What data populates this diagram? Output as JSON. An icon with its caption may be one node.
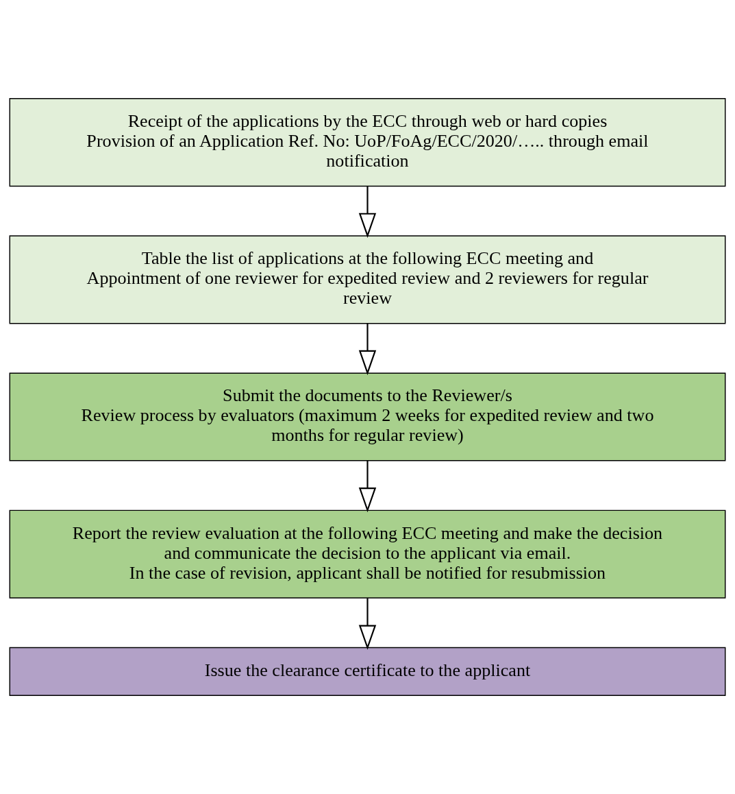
{
  "diagram": {
    "nodes": [
      {
        "text": [
          "Receipt of the applications by the ECC through web or hard copies",
          "Provision of an Application Ref. No: UoP/FoAg/ECC/2020/….. through email notification"
        ]
      },
      {
        "text": [
          "Table the list of applications at the following ECC meeting and",
          "Appointment of one reviewer for expedited review and 2 reviewers for regular review"
        ]
      },
      {
        "text": [
          "Submit the documents to the Reviewer/s",
          "Review process by evaluators (maximum 2 weeks for expedited review and two months for regular review)"
        ]
      },
      {
        "text": [
          "Report the review evaluation at the following ECC meeting and make the decision and communicate the decision to the applicant via email.",
          "In the case of revision, applicant shall be notified for resubmission"
        ]
      },
      {
        "text": [
          "Issue the clearance certificate to the applicant"
        ]
      }
    ],
    "edges": [
      {
        "from": 0,
        "to": 1,
        "arrow": "to"
      },
      {
        "from": 1,
        "to": 2,
        "arrow": "to"
      },
      {
        "from": 2,
        "to": 3,
        "arrow": "to"
      },
      {
        "from": 3,
        "to": 4,
        "arrow": "to"
      }
    ]
  }
}
